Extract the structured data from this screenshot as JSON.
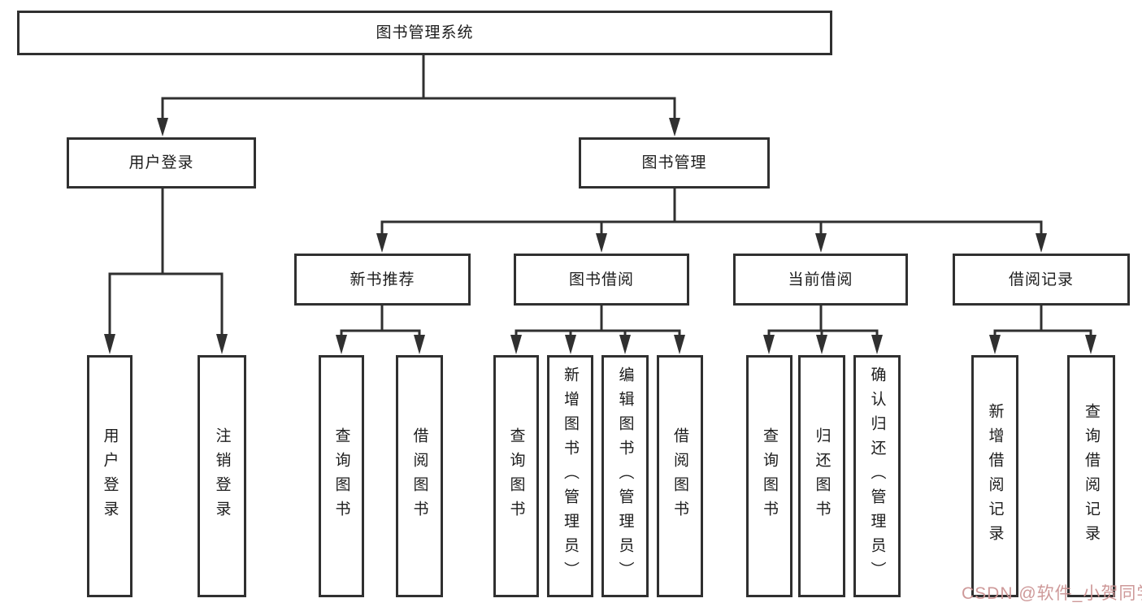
{
  "diagram": {
    "root": {
      "label": "图书管理系统"
    },
    "level2": [
      {
        "label": "用户登录"
      },
      {
        "label": "图书管理"
      }
    ],
    "level3": [
      {
        "label": "新书推荐"
      },
      {
        "label": "图书借阅"
      },
      {
        "label": "当前借阅"
      },
      {
        "label": "借阅记录"
      }
    ],
    "leaves": [
      {
        "label": "用户登录"
      },
      {
        "label": "注销登录"
      },
      {
        "label": "查询图书"
      },
      {
        "label": "借阅图书"
      },
      {
        "label": "查询图书"
      },
      {
        "label": "新增图书（管理员）"
      },
      {
        "label": "编辑图书（管理员）"
      },
      {
        "label": "借阅图书"
      },
      {
        "label": "查询图书"
      },
      {
        "label": "归还图书"
      },
      {
        "label": "确认归还（管理员）"
      },
      {
        "label": "新增借阅记录"
      },
      {
        "label": "查询借阅记录"
      }
    ]
  },
  "watermark": {
    "text": "CSDN @软件_小贺同学",
    "color": "#cb9494"
  },
  "colors": {
    "line": "#303030",
    "border": "#303030",
    "text": "#1c1c1c",
    "background": "#ffffff"
  }
}
